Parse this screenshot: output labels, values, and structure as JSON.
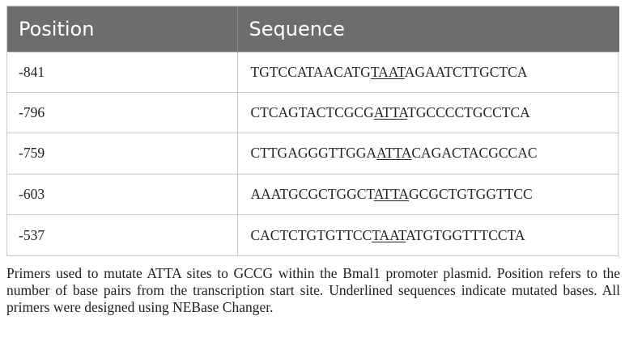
{
  "table": {
    "headers": {
      "position": "Position",
      "sequence": "Sequence"
    },
    "rows": [
      {
        "position": "-841",
        "seq_pre": "TGTCCATAACATG",
        "seq_mut": "TAAT",
        "seq_post": "AGAATCTTGCTCA"
      },
      {
        "position": "-796",
        "seq_pre": "CTCAGTACTCGCG",
        "seq_mut": "ATTA",
        "seq_post": "TGCCCCTGCCTCA"
      },
      {
        "position": "-759",
        "seq_pre": "CTTGAGGGTTGGA",
        "seq_mut": "ATTA",
        "seq_post": "CAGACTACGCCAC"
      },
      {
        "position": "-603",
        "seq_pre": "AAATGCGCTGGCT",
        "seq_mut": "ATTA",
        "seq_post": "GCGCTGTGGTTCC"
      },
      {
        "position": "-537",
        "seq_pre": "CACTCTGTGTTCC",
        "seq_mut": "TAAT",
        "seq_post": "ATGTGGTTTCCTA"
      }
    ]
  },
  "caption": "Primers used to mutate ATTA sites to GCCG within the Bmal1 promoter plasmid. Position refers to the number of base pairs from the transcription start site. Underlined sequences indicate mutated bases. All primers were designed using NEBase Changer.",
  "colors": {
    "header_bg": "#6d6d6d",
    "header_text": "#ffffff",
    "border": "#c9c9c9",
    "body_text": "#222222"
  }
}
